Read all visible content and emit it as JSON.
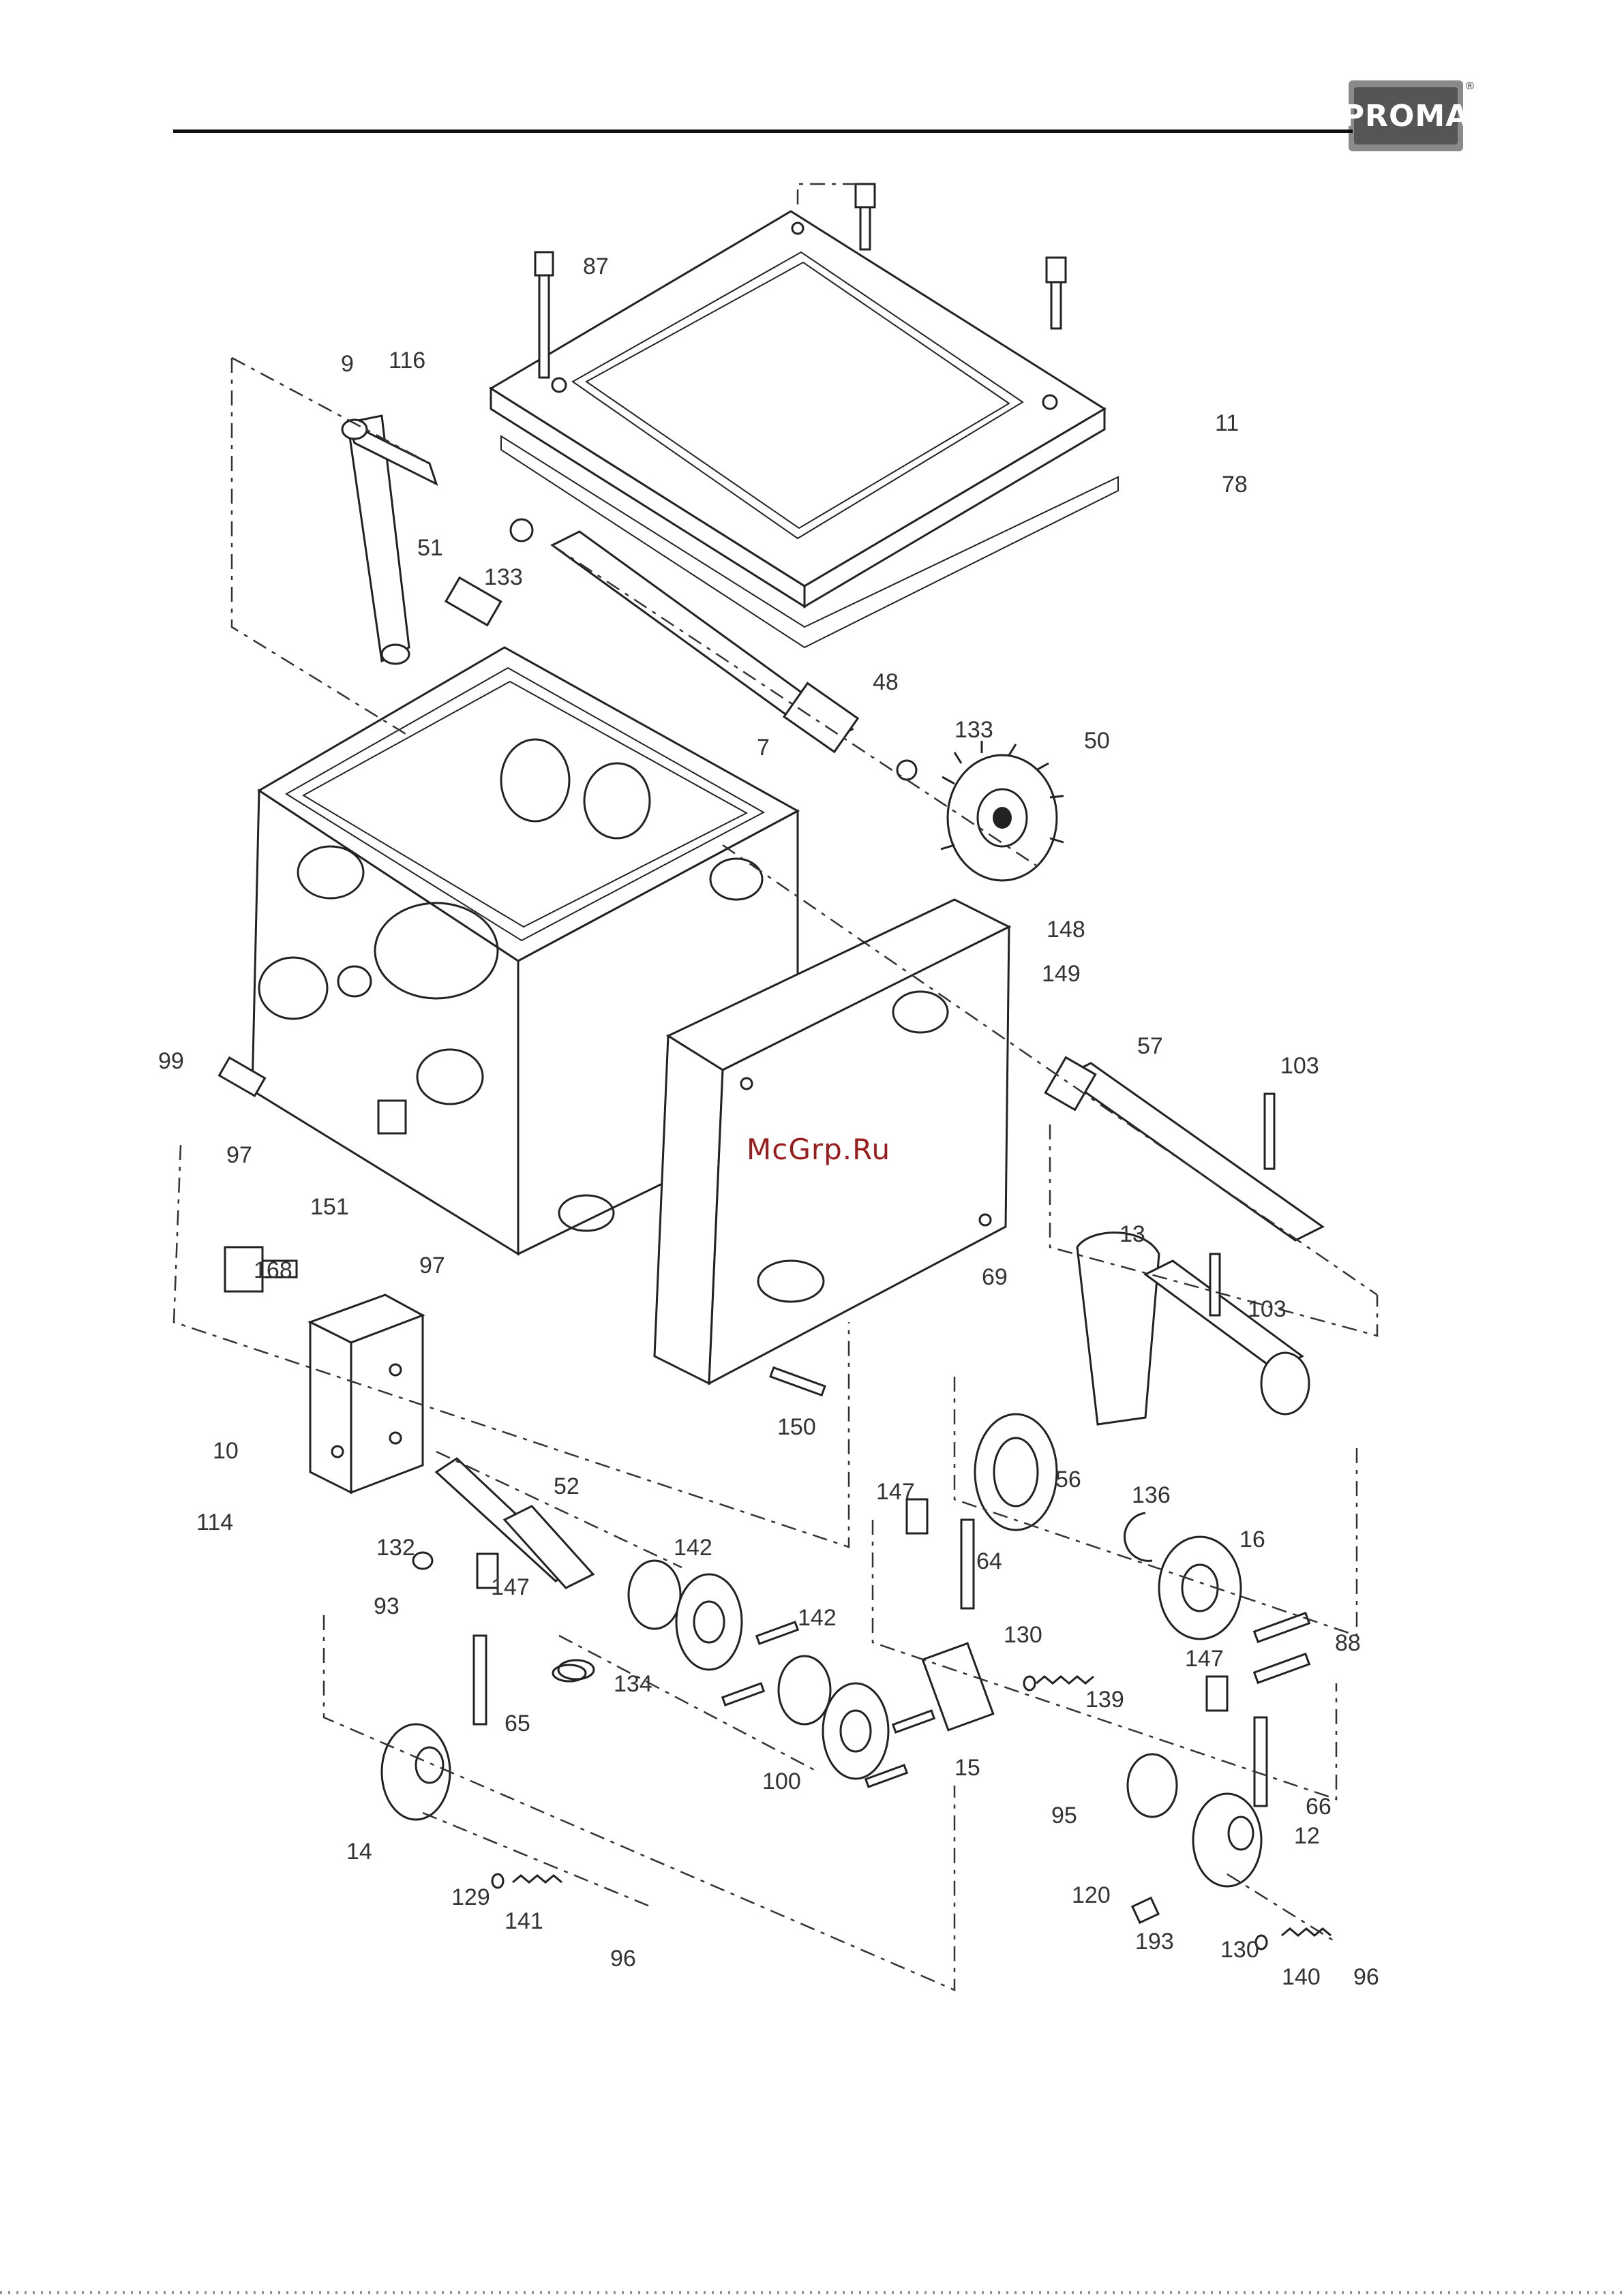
{
  "header": {
    "brand": "PROMA",
    "registered_mark": "®"
  },
  "watermark": "McGrp.Ru",
  "part_labels": [
    "87",
    "9",
    "116",
    "11",
    "78",
    "51",
    "133",
    "48",
    "133",
    "50",
    "7",
    "148",
    "149",
    "57",
    "103",
    "99",
    "97",
    "151",
    "97",
    "168",
    "13",
    "103",
    "69",
    "10",
    "150",
    "114",
    "52",
    "56",
    "136",
    "147",
    "64",
    "16",
    "132",
    "147",
    "142",
    "93",
    "142",
    "130",
    "88",
    "134",
    "139",
    "65",
    "15",
    "147",
    "100",
    "95",
    "66",
    "14",
    "120",
    "12",
    "129",
    "141",
    "193",
    "130",
    "140",
    "96",
    "96"
  ],
  "colors": {
    "ink": "#222222",
    "watermark": "#9a1c1c",
    "logo": "#555555"
  }
}
